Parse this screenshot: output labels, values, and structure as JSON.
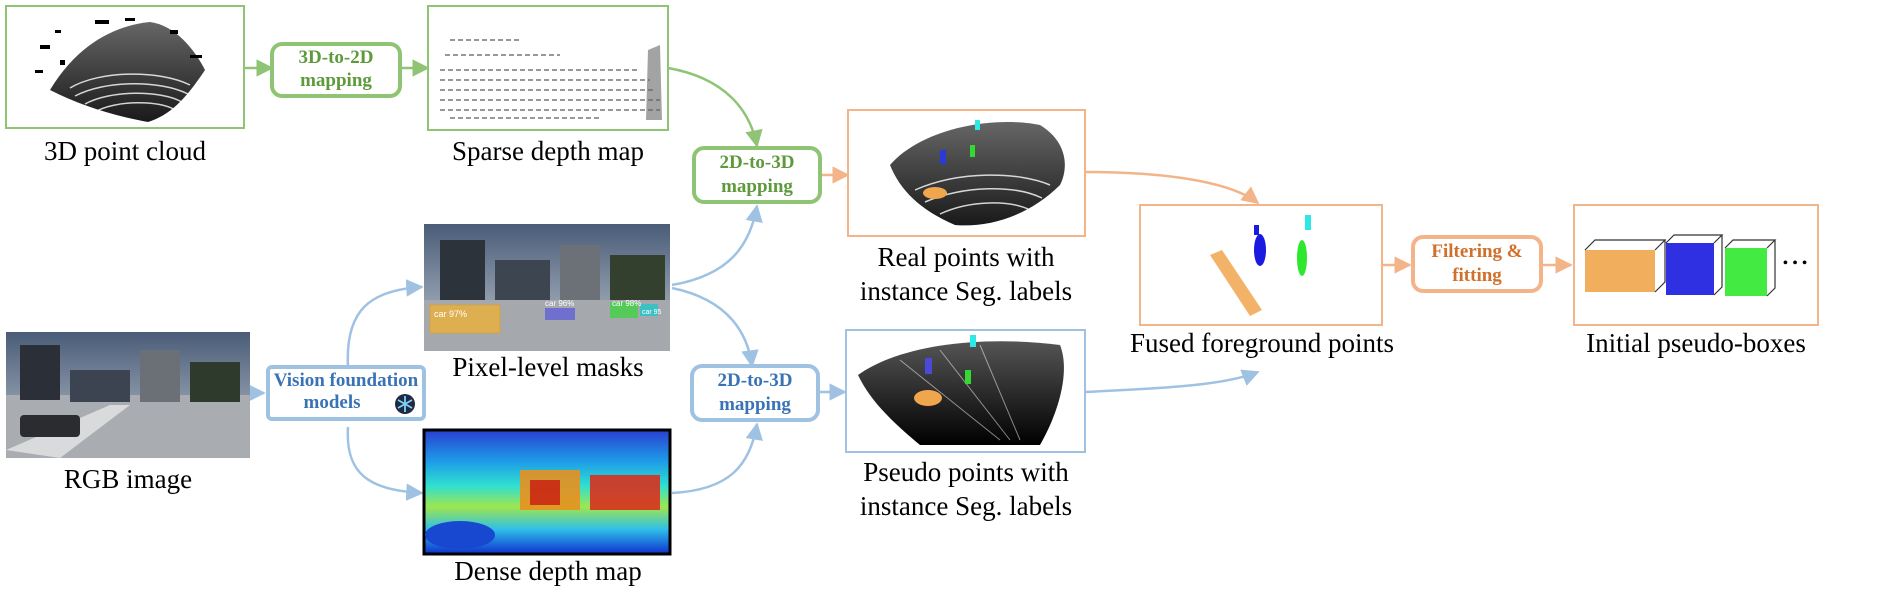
{
  "captions": {
    "point_cloud": "3D point cloud",
    "sparse_depth": "Sparse depth map",
    "rgb_image": "RGB image",
    "pixel_masks": "Pixel-level masks",
    "dense_depth": "Dense depth map",
    "real_points_l1": "Real points with",
    "real_points_l2": "instance Seg. labels",
    "pseudo_points_l1": "Pseudo points with",
    "pseudo_points_l2": "instance Seg. labels",
    "fused": "Fused foreground points",
    "initial_boxes": "Initial pseudo-boxes"
  },
  "process_boxes": {
    "map3d2d_l1": "3D-to-2D",
    "map3d2d_l2": "mapping",
    "map2d3d_real_l1": "2D-to-3D",
    "map2d3d_real_l2": "mapping",
    "map2d3d_pseudo_l1": "2D-to-3D",
    "map2d3d_pseudo_l2": "mapping",
    "vfm_l1": "Vision foundation",
    "vfm_l2": "models",
    "filter_l1": "Filtering &",
    "filter_l2": "fitting"
  },
  "mask_labels": {
    "car1": "car 97%",
    "car2": "car 96%",
    "car3": "car 98%",
    "car4": "car 95"
  },
  "ellipsis": "• • •",
  "colors": {
    "green": "#8fc474",
    "green_text": "#5e9a3c",
    "orange": "#f3b48a",
    "orange_text": "#d0702a",
    "blue": "#9fc2e3",
    "blue_text": "#3a73b5"
  }
}
